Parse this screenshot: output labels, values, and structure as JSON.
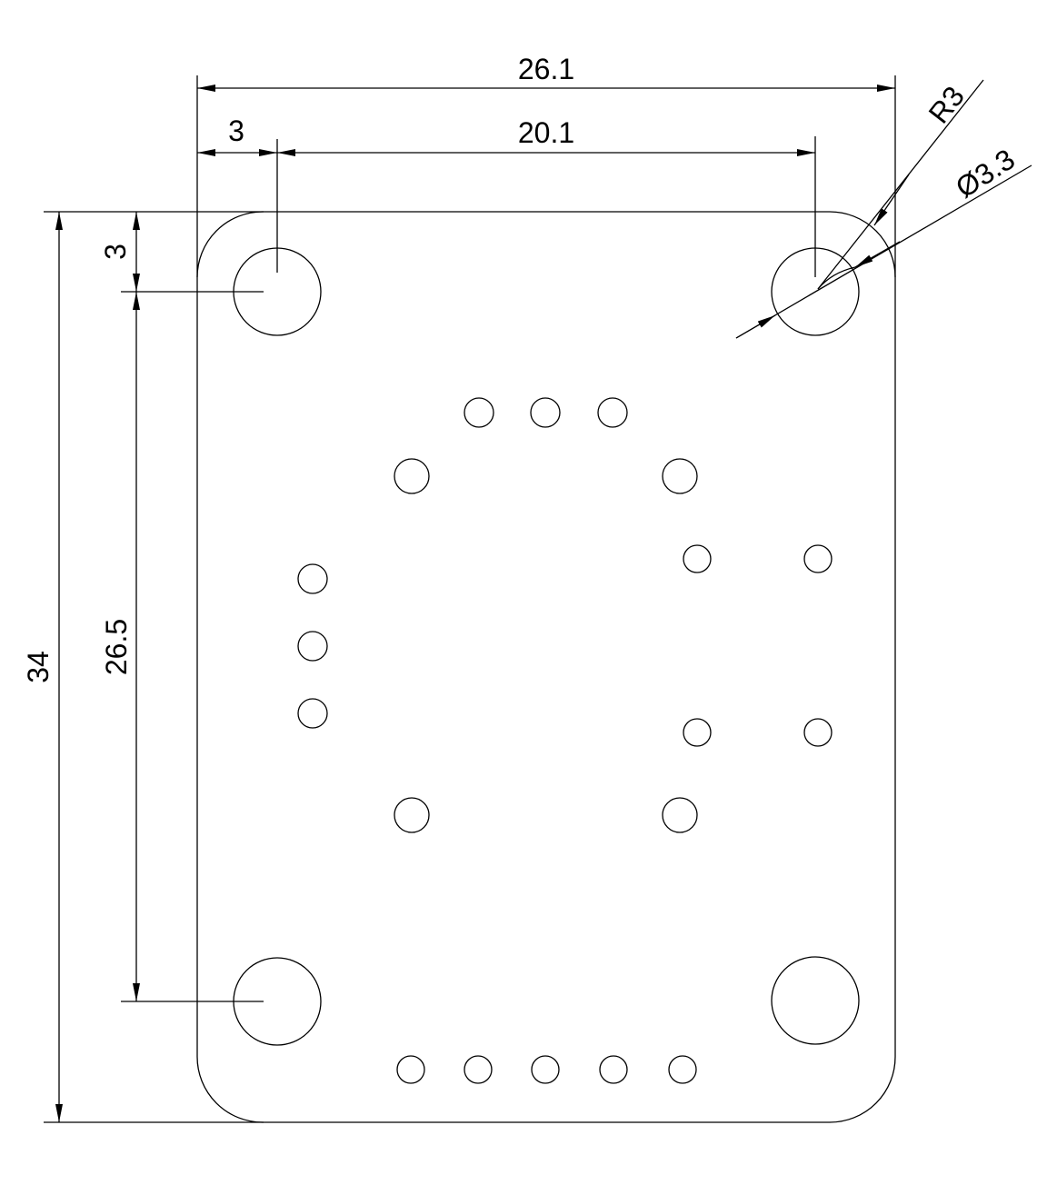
{
  "dimensions": {
    "overall_width": "26.1",
    "hole_spacing_width": "20.1",
    "edge_offset_x": "3",
    "edge_offset_y": "3",
    "overall_height": "34",
    "hole_spacing_height": "26.5",
    "corner_radius": "R3",
    "hole_diameter": "Ø3.3"
  },
  "colors": {
    "line": "#000000",
    "background": "#ffffff"
  }
}
